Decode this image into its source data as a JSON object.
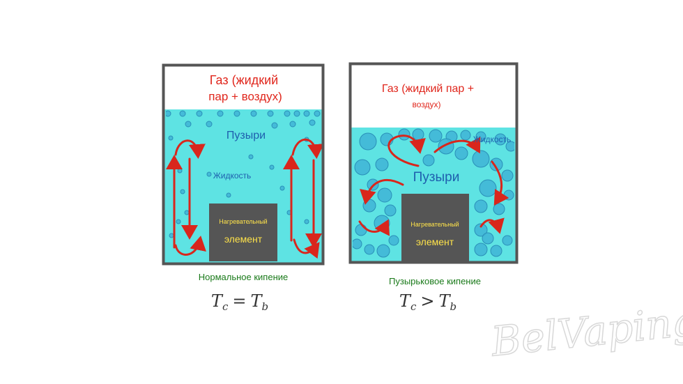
{
  "left_panel": {
    "gas_label_line1": "Газ (жидкий",
    "gas_label_line2": "пар + воздух)",
    "bubbles_label": "Пузыри",
    "liquid_label": "Жидкость",
    "heater_label_line1": "Нагревательный",
    "heater_label_line2": "элемент",
    "caption": "Нормальное кипение",
    "formula": {
      "left": "T",
      "left_sub": "c",
      "op": "=",
      "right": "T",
      "right_sub": "b"
    }
  },
  "right_panel": {
    "gas_label_line1": "Газ (жидкий пар +",
    "gas_label_line2": "воздух)",
    "bubbles_label": "Пузыри",
    "liquid_label": "Жидкость",
    "heater_label_line1": "Нагревательный",
    "heater_label_line2": "элемент",
    "caption": "Пузырьковое кипение",
    "formula": {
      "left": "T",
      "left_sub": "c",
      "op": ">",
      "right": "T",
      "right_sub": "b"
    }
  },
  "watermark": "BelVaping",
  "colors": {
    "liquid": "#5ee3e3",
    "bubble": "#3fb4d6",
    "bubble_stroke": "#2a8fb8",
    "frame": "#555555",
    "heater": "#555555",
    "arrow": "#d9261c",
    "gas_text": "#e0261c",
    "bubble_text": "#1e5fae",
    "heater_text": "#ffe34a",
    "caption": "#1a7a1a",
    "formula": "#333333",
    "watermark": "#d8d8d8"
  }
}
